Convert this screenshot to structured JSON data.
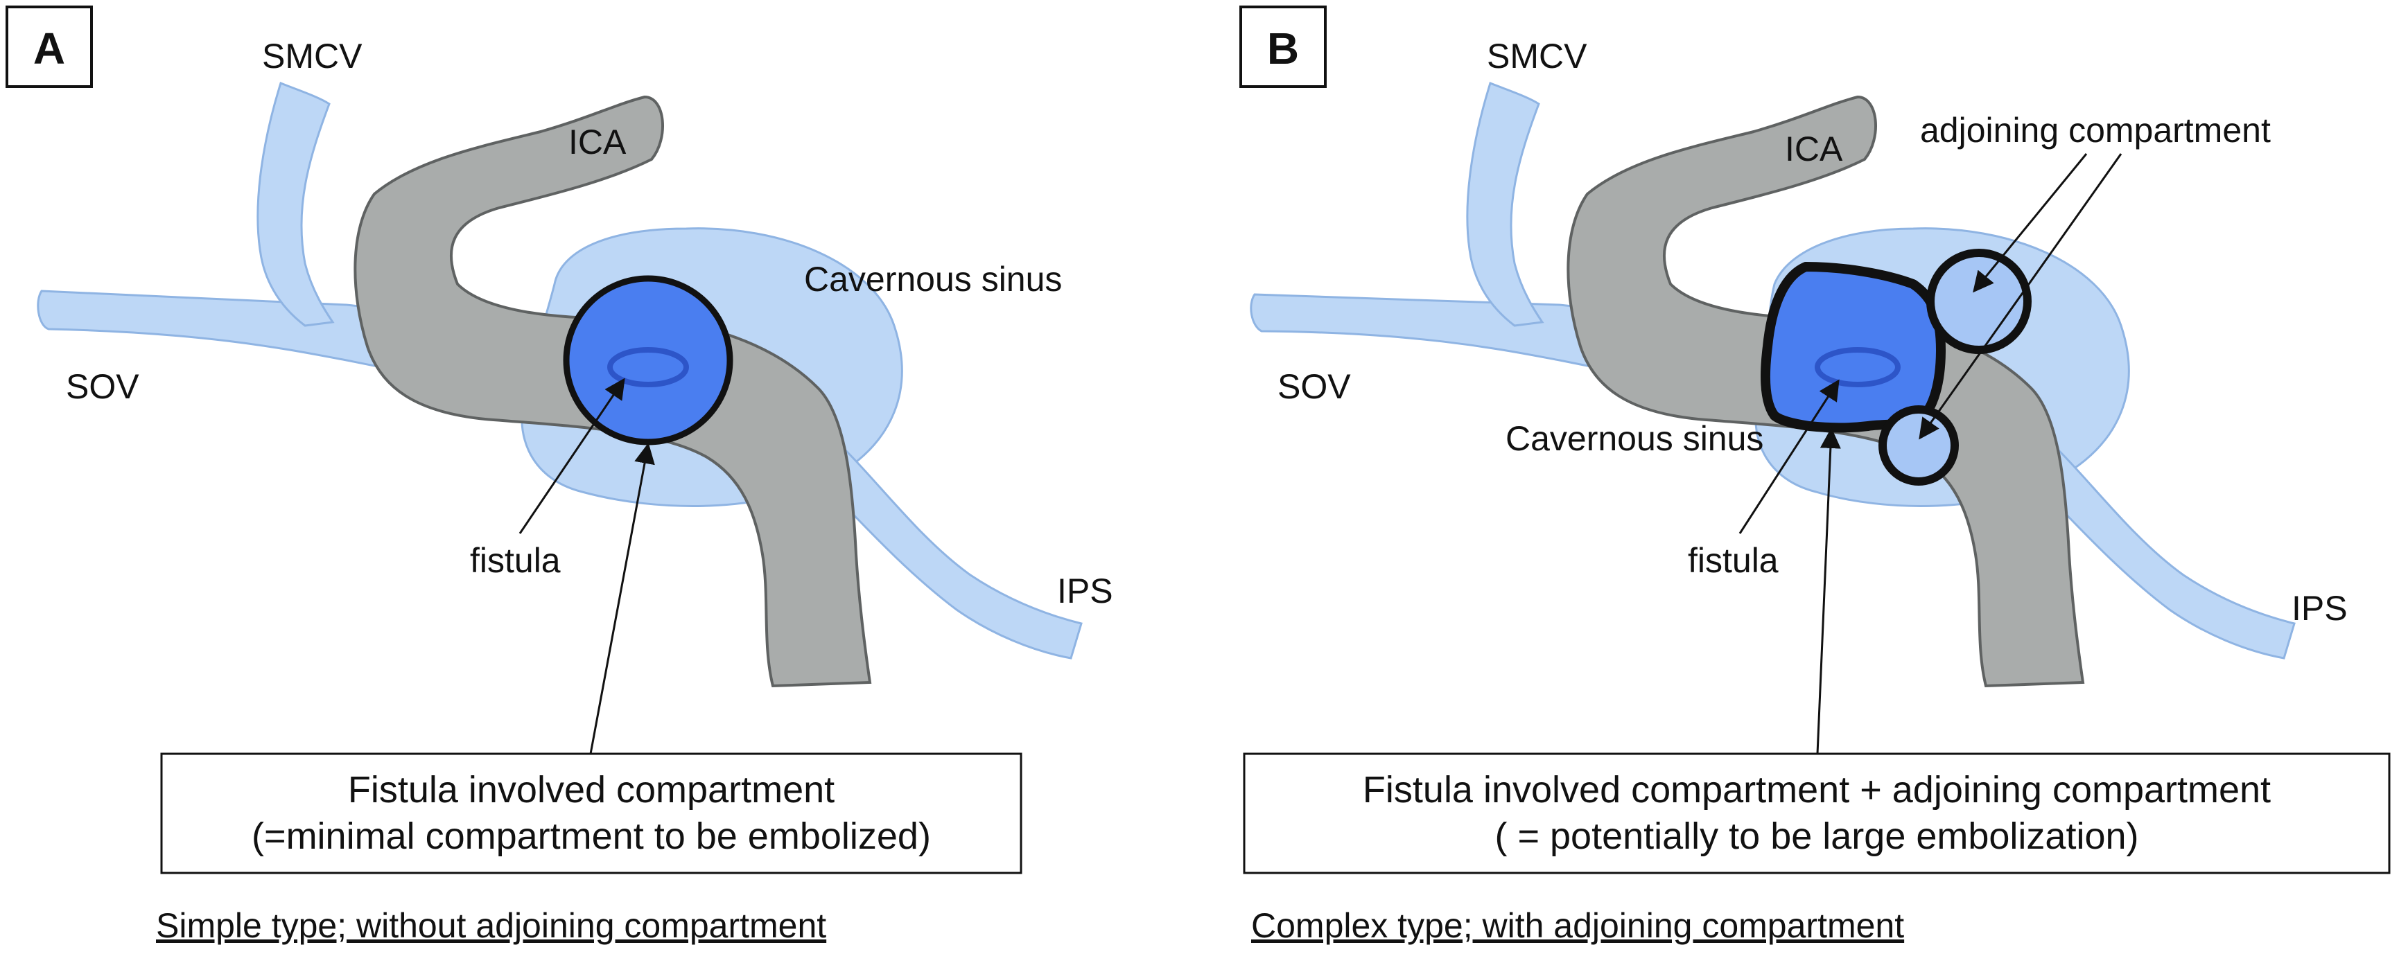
{
  "colors": {
    "vein": "#bdd7f6",
    "vein_stroke": "#8fb4e3",
    "artery": "#a9acab",
    "artery_stroke": "#5f6262",
    "compartment": "#4a7ef0",
    "adjoining": "#a6c6f5",
    "fistula_ring": "#2d55c8"
  },
  "panels": {
    "a": {
      "letter": "A",
      "labels": {
        "smcv": "SMCV",
        "ica": "ICA",
        "cavernous_sinus": "Cavernous sinus",
        "sov": "SOV",
        "fistula": "fistula",
        "ips": "IPS"
      },
      "box": {
        "line1": "Fistula involved compartment",
        "line2": "(=minimal compartment to be embolized)"
      },
      "caption": "Simple type; without  adjoining compartment"
    },
    "b": {
      "letter": "B",
      "labels": {
        "smcv": "SMCV",
        "ica": "ICA",
        "adjoining": "adjoining compartment",
        "sov": "SOV",
        "cavernous_sinus": "Cavernous sinus",
        "fistula": "fistula",
        "ips": "IPS"
      },
      "box": {
        "line1": "Fistula involved compartment + adjoining compartment",
        "line2": "( = potentially to be large embolization)"
      },
      "caption": "Complex type; with adjoining compartment"
    }
  }
}
